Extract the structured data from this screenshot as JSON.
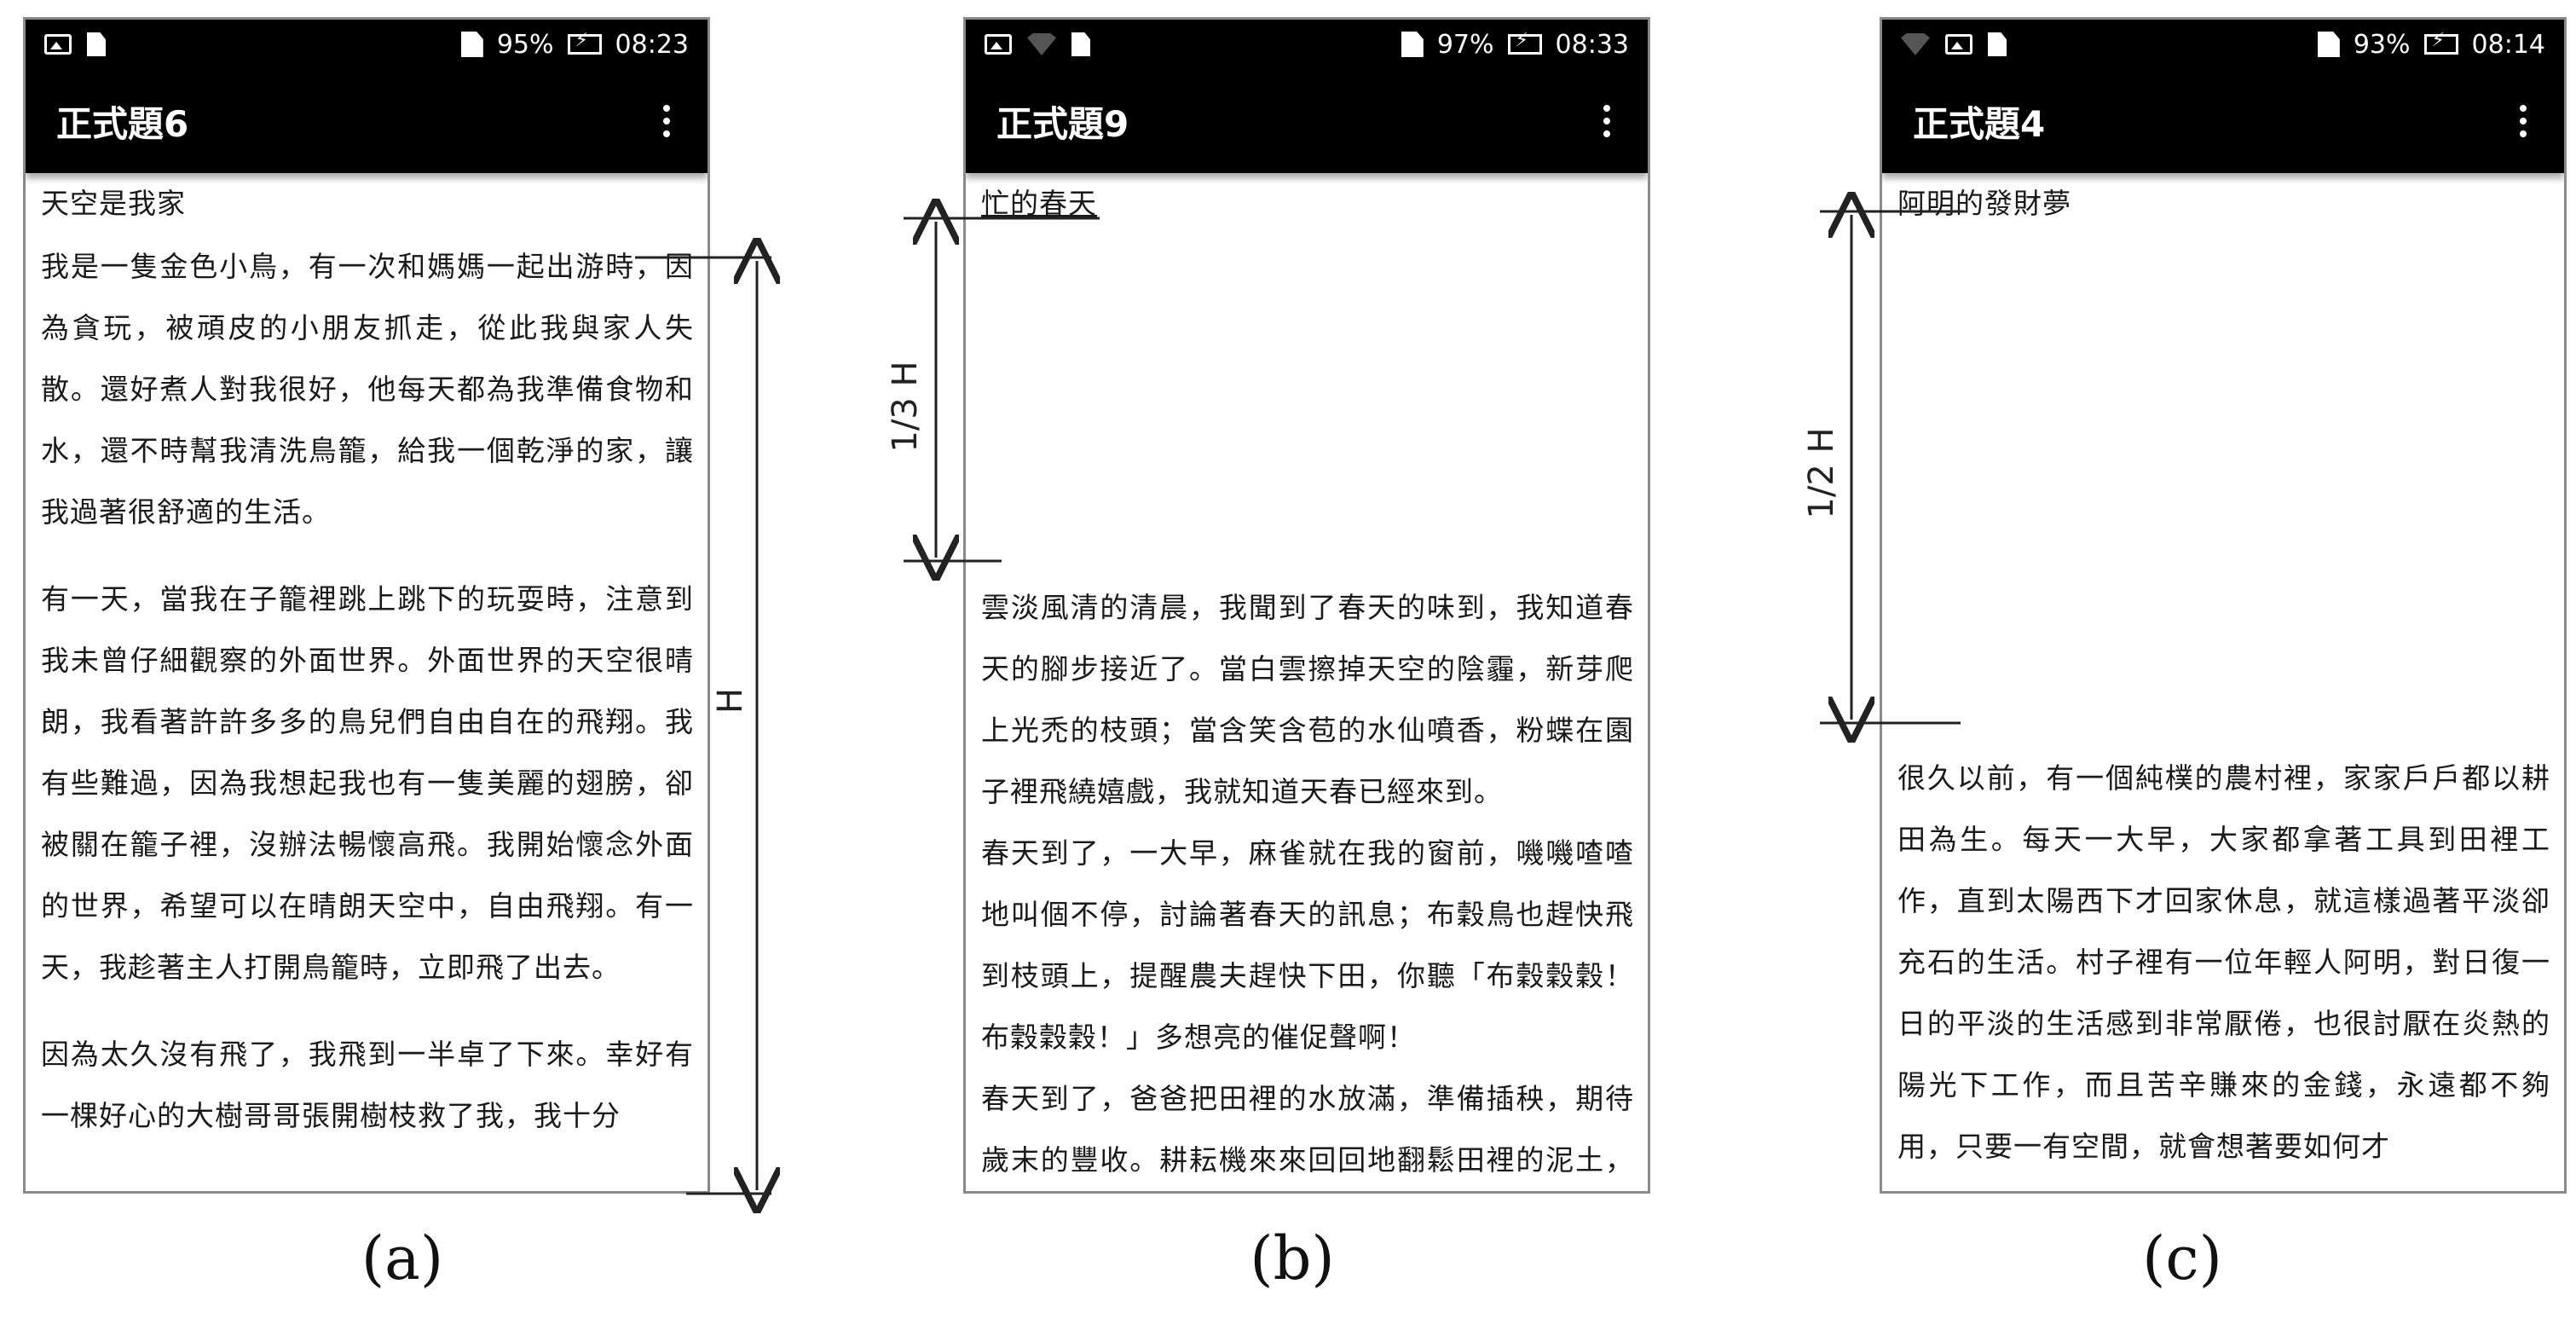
{
  "phones": [
    {
      "status": {
        "battery": "95%",
        "time": "08:23"
      },
      "toolbar_title": "正式題6",
      "story_title": "天空是我家",
      "paragraphs": [
        "我是一隻金色小鳥，有一次和媽媽一起出游時，因為貪玩，被頑皮的小朋友抓走，從此我與家人失散。還好煮人對我很好，他每天都為我準備食物和水，還不時幫我清洗鳥籠，給我一個乾淨的家，讓我過著很舒適的生活。",
        "有一天，當我在子籠裡跳上跳下的玩耍時，注意到我未曾仔細觀察的外面世界。外面世界的天空很晴朗，我看著許許多多的鳥兒們自由自在的飛翔。我有些難過，因為我想起我也有一隻美麗的翅膀，卻被關在籠子裡，沒辦法暢懷高飛。我開始懷念外面的世界，希望可以在晴朗天空中，自由飛翔。有一天，我趁著主人打開鳥籠時，立即飛了出去。",
        "因為太久沒有飛了，我飛到一半卓了下來。幸好有一棵好心的大樹哥哥張開樹枝救了我，我十分"
      ],
      "annotation_label": "H",
      "caption": "(a)"
    },
    {
      "status": {
        "battery": "97%",
        "time": "08:33"
      },
      "toolbar_title": "正式題9",
      "story_title": "忙的春天",
      "paragraphs": [
        "雲淡風清的清晨，我聞到了春天的味到，我知道春天的腳步接近了。當白雲擦掉天空的陰霾，新芽爬上光禿的枝頭；當含笑含苞的水仙噴香，粉蝶在園子裡飛繞嬉戲，我就知道天春已經來到。",
        "春天到了，一大早，麻雀就在我的窗前，嘰嘰喳喳地叫個不停，討論著春天的訊息；布穀鳥也趕快飛到枝頭上，提醒農夫趕快下田，你聽「布穀穀穀！布穀穀穀！」多想亮的催促聲啊！",
        "春天到了，爸爸把田裡的水放滿，準備插秧，期待歲末的豐收。耕耘機來來回回地翻鬆田裡的泥土，這時候，成群的白鷺絲飛飛停停，到處在翻"
      ],
      "annotation_label": "1/3 H",
      "caption": "(b)"
    },
    {
      "status": {
        "battery": "93%",
        "time": "08:14"
      },
      "toolbar_title": "正式題4",
      "story_title": "阿明的發財夢",
      "paragraphs": [
        "很久以前，有一個純樸的農村裡，家家戶戶都以耕田為生。每天一大早，大家都拿著工具到田裡工作，直到太陽西下才回家休息，就這樣過著平淡卻充石的生活。村子裡有一位年輕人阿明，對日復一日的平淡的生活感到非常厭倦，也很討厭在炎熱的陽光下工作，而且苦辛賺來的金錢，永遠都不夠用，只要一有空間，就會想著要如何才"
      ],
      "annotation_label": "1/2 H",
      "caption": "(c)"
    }
  ],
  "colors": {
    "bar_bg": "#000000",
    "border": "#8a8a8a",
    "text": "#1a1a1a"
  },
  "icons": [
    "image-icon",
    "file-icon",
    "wifi-off-icon",
    "sim-icon",
    "battery-charging-icon",
    "overflow-menu-icon"
  ]
}
